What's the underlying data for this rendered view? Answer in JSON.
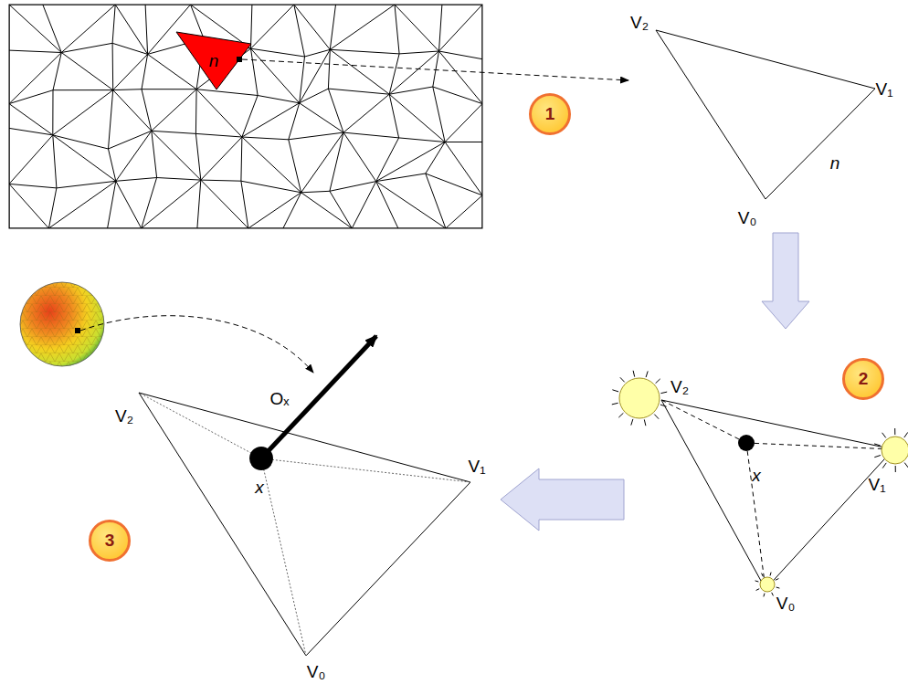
{
  "diagram": {
    "nodes": [
      {
        "text": [
          "1"
        ]
      },
      {
        "text": [
          "2"
        ]
      },
      {
        "text": [
          "3"
        ]
      }
    ],
    "labels": [
      "n",
      "V₂",
      "V₁",
      "n",
      "V₀",
      "V₂",
      "x",
      "V₁",
      "V₀",
      "Oₓ",
      "x",
      "V₂",
      "V₁",
      "V₀"
    ]
  }
}
